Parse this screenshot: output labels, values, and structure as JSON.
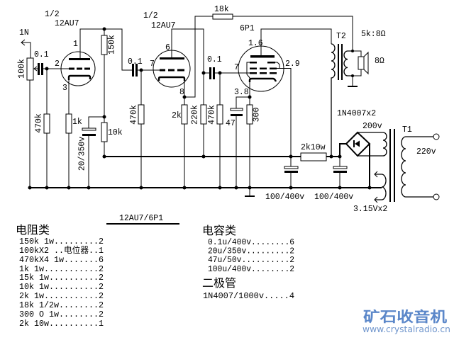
{
  "colors": {
    "ink": "#000000",
    "background": "#ffffff",
    "watermark_title": "#5b87c9",
    "watermark_url": "#6f95cc"
  },
  "schematic": {
    "input": {
      "label": "1N"
    },
    "stage1": {
      "half": "1/2",
      "tube": "12AU7",
      "pins": {
        "plate": "1",
        "grid": "2",
        "cathode": "3"
      },
      "volume_pot": "100k",
      "input_cap": "0.1",
      "grid_resistor": "470k",
      "cathode_resistor": "1k",
      "plate_resistor": "150k",
      "decoupling_cap": "20/350v",
      "decoupling_resistor": "10k",
      "coupling_cap": "0.1"
    },
    "stage2": {
      "half": "1/2",
      "tube": "12AU7",
      "pins": {
        "plate": "6",
        "grid": "7",
        "cathode": "8"
      },
      "grid_resistor": "470k",
      "cathode_resistor": "2k",
      "plate_resistor": "220k",
      "feedback_resistor": "18k",
      "coupling_cap": "0.1"
    },
    "output_stage": {
      "tube": "6P1",
      "pins": {
        "plate": "1.6",
        "grid": "7",
        "screen": "2.9",
        "cathode": "3.8"
      },
      "grid_resistor": "470k",
      "cathode_cap": "47",
      "cathode_resistor": "300"
    },
    "output_transformer": {
      "label": "T2",
      "ratio": "5k:8Ω",
      "speaker": "8Ω"
    },
    "power_supply": {
      "rectifier": "1N4007x2",
      "filter_resistor": "2k10w",
      "filter_cap_1": "100/400v",
      "filter_cap_2": "100/400v",
      "transformer": "T1",
      "hv_winding": "200v",
      "mains": "220v",
      "heater_winding": "3.15Vx2"
    }
  },
  "parts_list": {
    "title": "12AU7/6P1",
    "resistors": {
      "heading": "电阻类",
      "items": [
        "150k 1w.........2",
        "100kX2 ..电位器..1",
        "470kX4 1w.......6",
        "1k 1w...........2",
        "15k 1w..........2",
        "10k 1w..........2",
        "2k 1w...........2",
        "18k 1/2w........2",
        "300 O 1w........2",
        "2k 10w..........1"
      ]
    },
    "capacitors": {
      "heading": "电容类",
      "items": [
        "0.1u/400v........6",
        "20u/350v.........2",
        "47u/50v..........2",
        "100u/400v........2"
      ]
    },
    "diodes": {
      "heading": "二极管",
      "items": [
        "1N4007/1000v.....4"
      ]
    }
  },
  "watermark": {
    "title": "矿石收音机",
    "url": "www.crystalradio.cn"
  }
}
